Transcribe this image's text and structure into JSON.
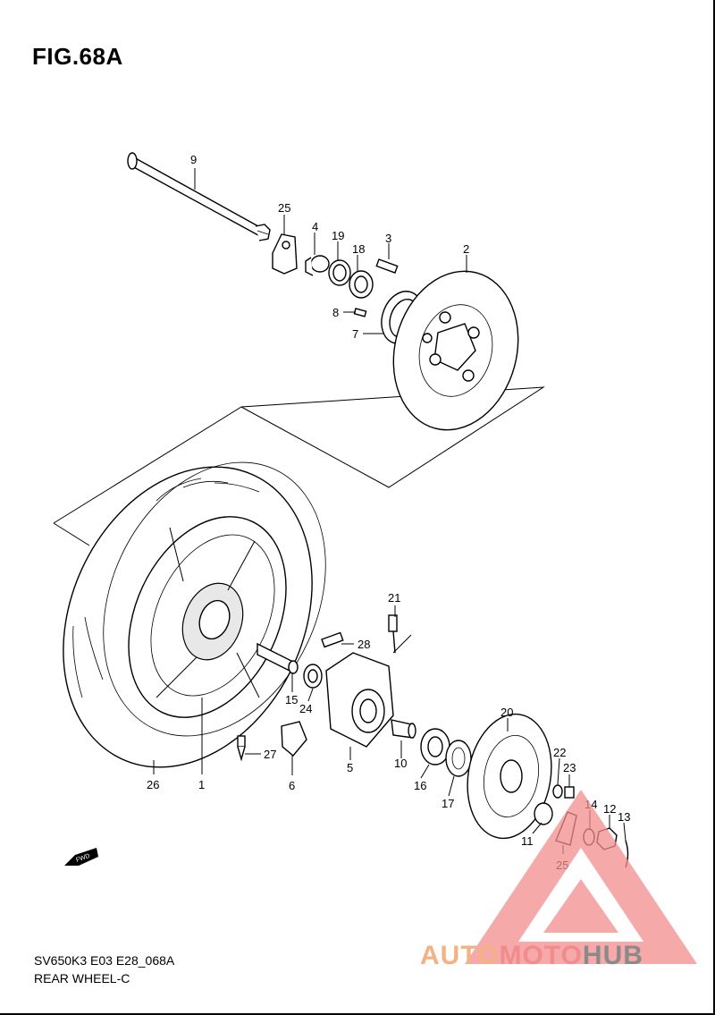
{
  "figure": {
    "title": "FIG.68A"
  },
  "footer": {
    "code": "SV650K3 E03 E28_068A",
    "name": "REAR WHEEL-C"
  },
  "callouts": [
    "1",
    "2",
    "3",
    "4",
    "5",
    "6",
    "7",
    "8",
    "9",
    "10",
    "11",
    "12",
    "13",
    "14",
    "15",
    "16",
    "17",
    "18",
    "19",
    "20",
    "21",
    "22",
    "23",
    "24",
    "25",
    "26",
    "27",
    "28"
  ],
  "labels": {
    "n1": "1",
    "n2": "2",
    "n3": "3",
    "n4": "4",
    "n5": "5",
    "n6": "6",
    "n7": "7",
    "n8": "8",
    "n9": "9",
    "n10": "10",
    "n11": "11",
    "n12": "12",
    "n13": "13",
    "n14": "14",
    "n15": "15",
    "n16": "16",
    "n17": "17",
    "n18": "18",
    "n19": "19",
    "n20": "20",
    "n21": "21",
    "n22": "22",
    "n23": "23",
    "n24": "24",
    "n25a": "25",
    "n25b": "25",
    "n26": "26",
    "n27": "27",
    "n28": "28"
  },
  "fwd_badge": "FWD",
  "watermark": {
    "part1": "AUTO",
    "part2": "MOTO",
    "part3": "HUB",
    "color_light": "#f4b183",
    "color_red": "#f28c8c",
    "color_gray": "#8a8a8a"
  }
}
